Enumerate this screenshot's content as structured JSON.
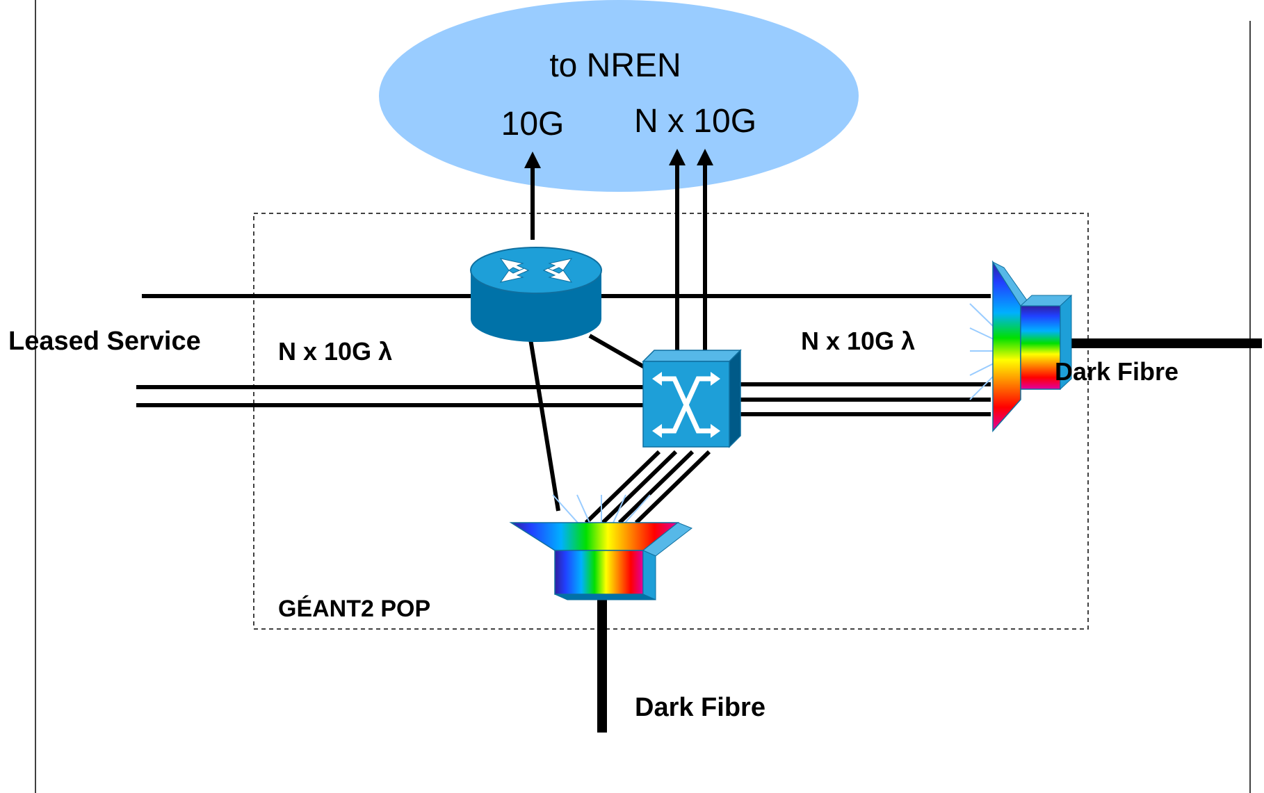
{
  "cloud": {
    "title": "to NREN",
    "label_10g": "10G",
    "label_nx10g": "N x 10G",
    "fill": "#99CCFF"
  },
  "labels": {
    "leased_service": "Leased Service",
    "nx10g_left": "N x 10G λ",
    "nx10g_right": "N x 10G λ",
    "dark_fibre_right": "Dark Fibre",
    "dark_fibre_bottom": "Dark Fibre",
    "pop": "GÉANT2  POP"
  },
  "colors": {
    "device_top": "#1E9FD8",
    "device_side": "#0072A8",
    "line": "#000000"
  },
  "icons": {
    "router": "router-icon",
    "switch": "optical-switch-icon",
    "mux": "wdm-multiplexer-icon"
  }
}
